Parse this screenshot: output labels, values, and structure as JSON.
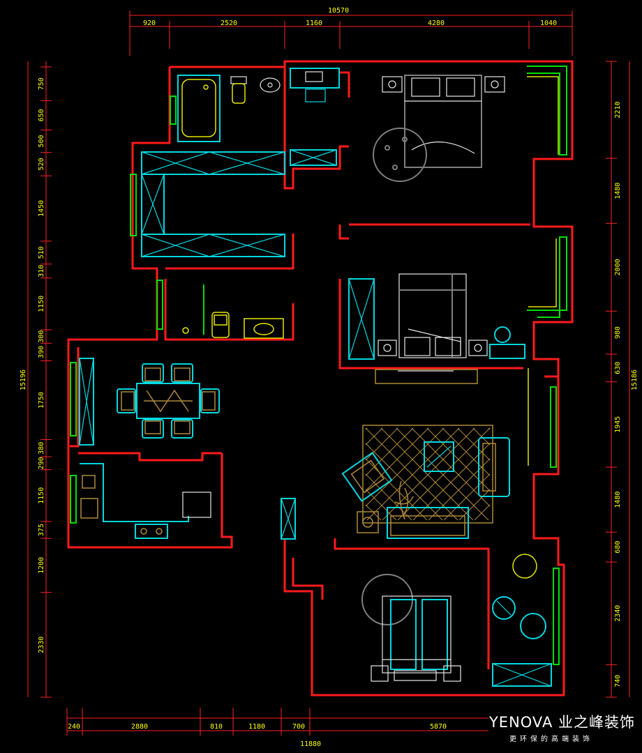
{
  "dimensions": {
    "top_total": "10570",
    "top": [
      "920",
      "2520",
      "1160",
      "4280",
      "1040"
    ],
    "bottom_total": "11880",
    "bottom": [
      "240",
      "2880",
      "810",
      "1180",
      "700",
      "5870"
    ],
    "left_total": "15196",
    "left": [
      "750",
      "650",
      "500",
      "520",
      "1450",
      "510",
      "310",
      "1150",
      "300",
      "390",
      "1750",
      "380",
      "290",
      "1150",
      "375",
      "1200",
      "2330"
    ],
    "right_total": "15186",
    "right": [
      "2210",
      "1480",
      "2000",
      "980",
      "630",
      "1945",
      "1480",
      "680",
      "2340",
      "740"
    ]
  },
  "brand": {
    "name": "YENOVA 业之峰装饰",
    "slogan": "更环保的高端装饰"
  },
  "colors": {
    "walls": "#ff1a1a",
    "furniture": "#00d8e0",
    "dimensions": "#ffff00",
    "windows": "#00e000",
    "background": "#000000"
  }
}
